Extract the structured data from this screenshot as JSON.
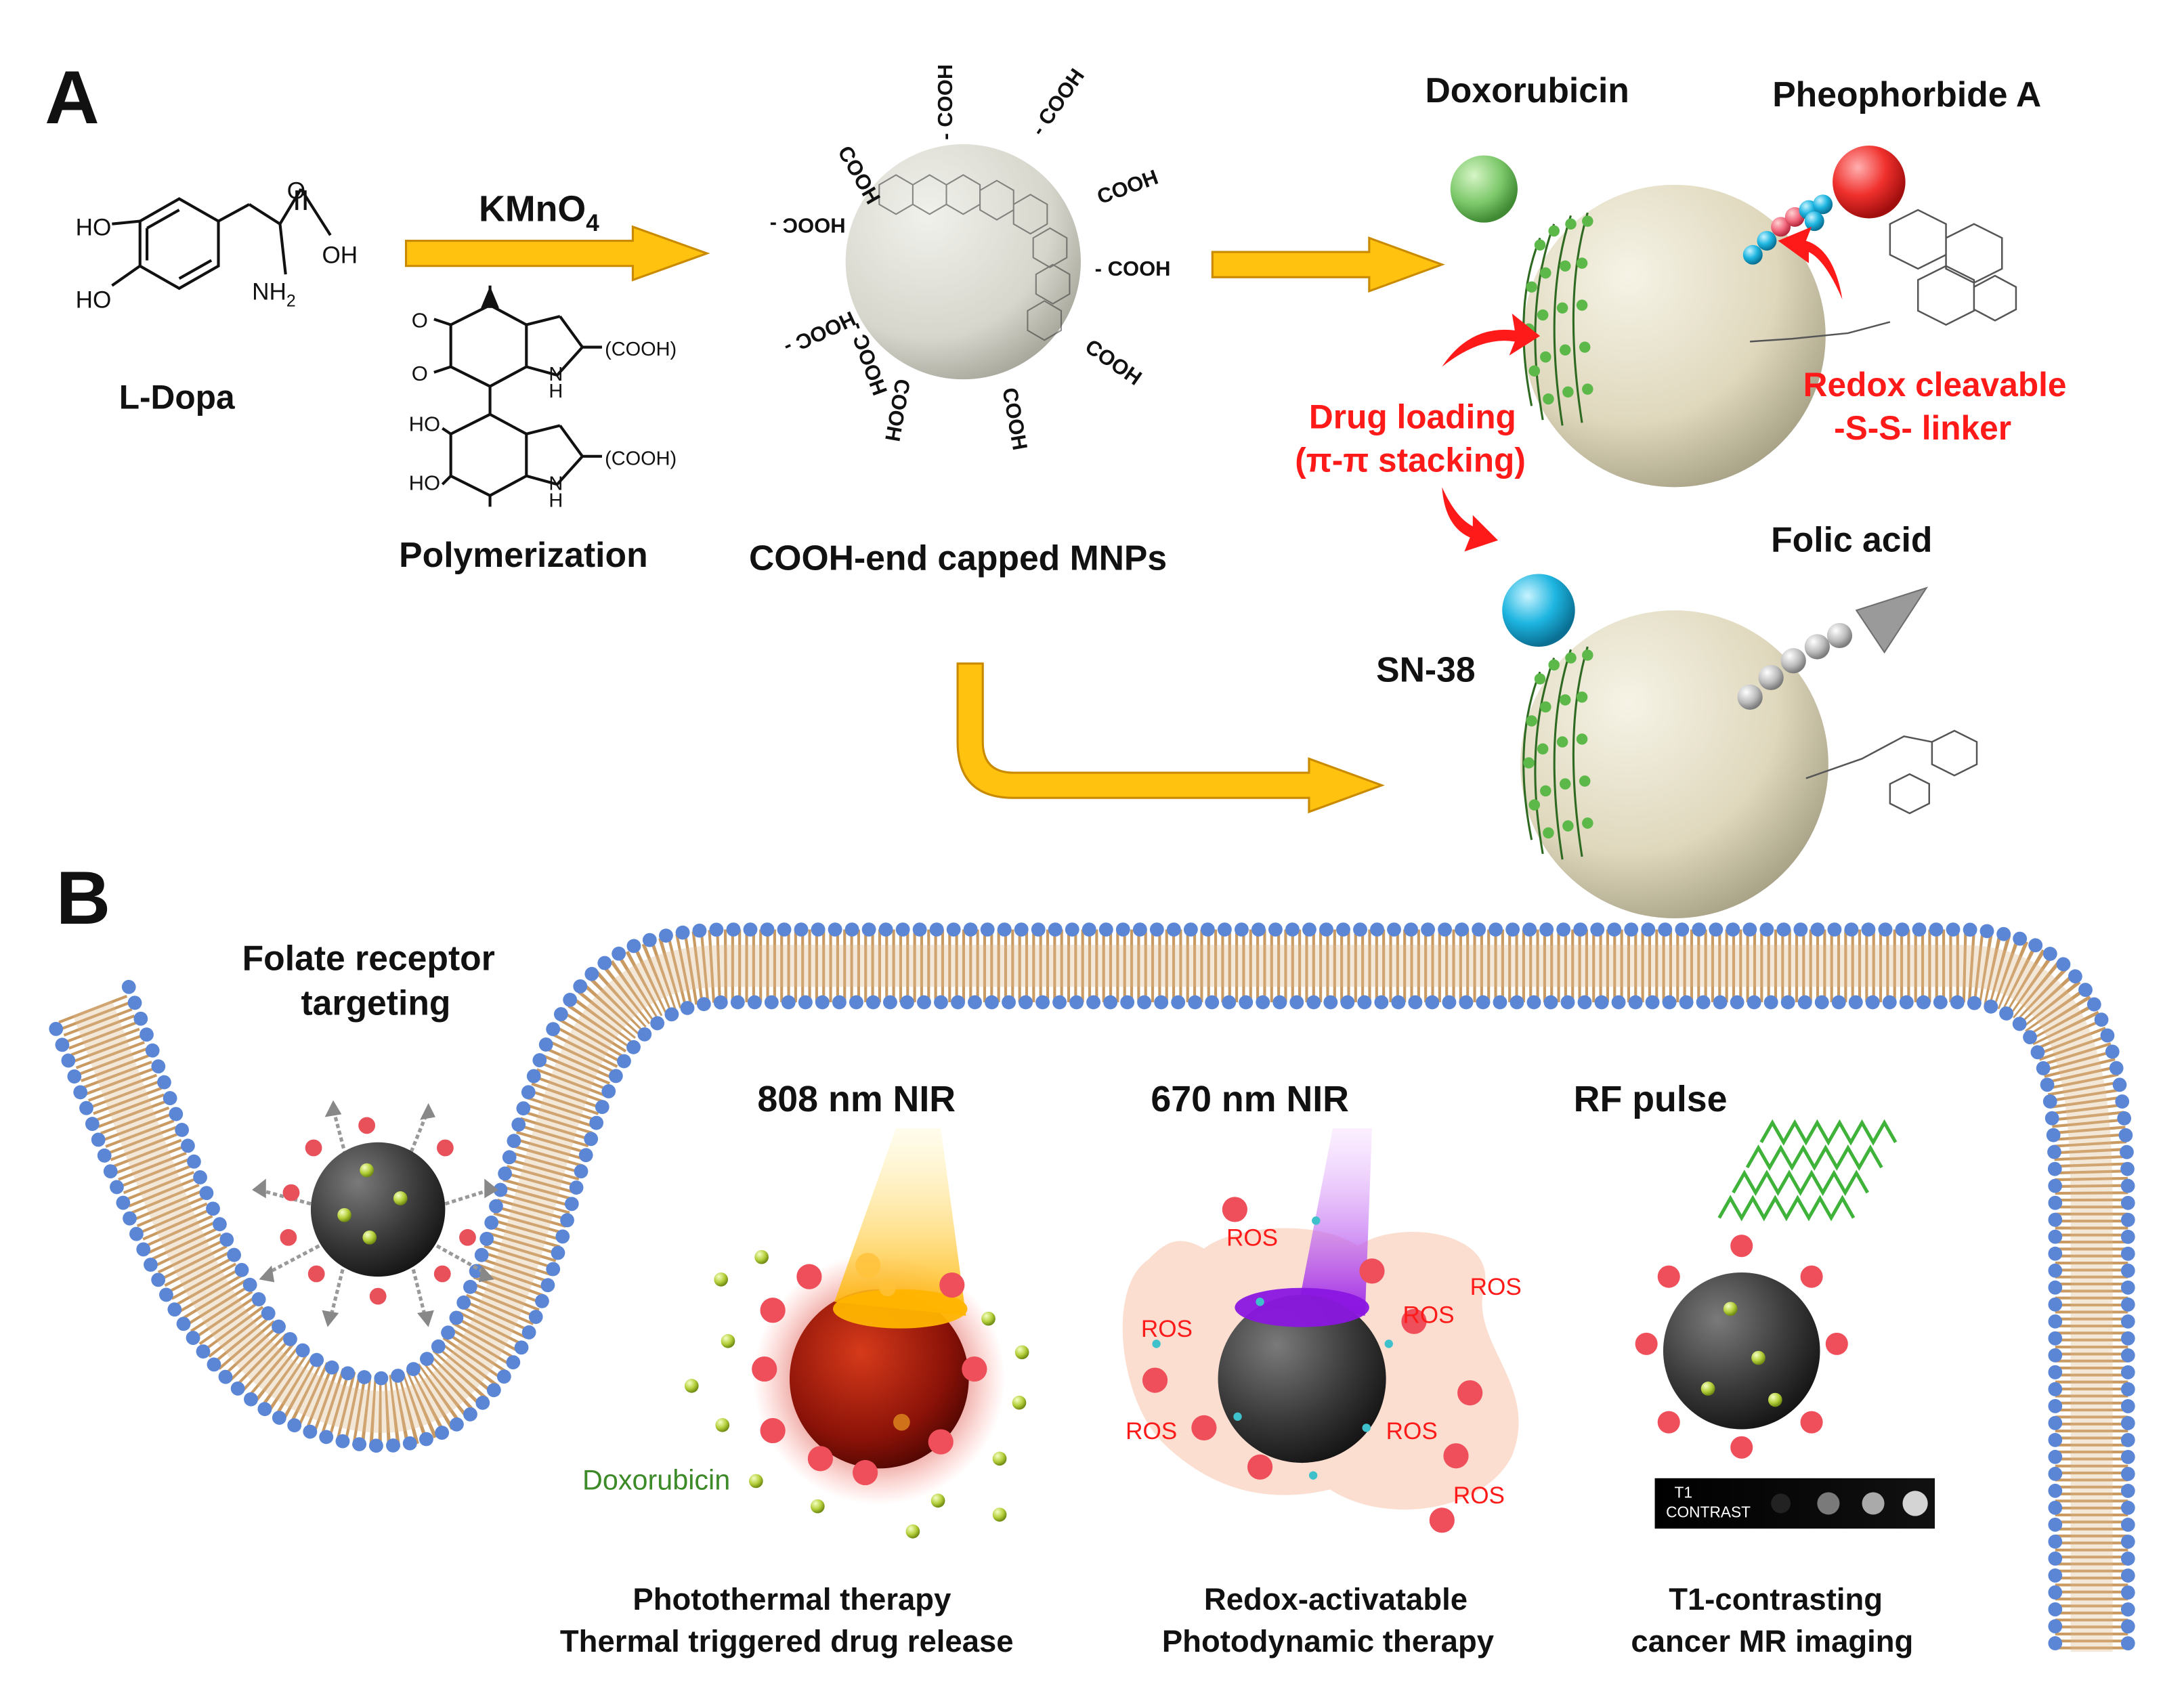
{
  "panel_a": {
    "letter": "A",
    "ldopa": {
      "name": "L-Dopa",
      "ho1": "HO",
      "ho2": "HO",
      "oh": "OH",
      "o": "O",
      "nh2": "NH",
      "nh2_sub": "2"
    },
    "oxidant": {
      "label": "KMnO",
      "sub": "4"
    },
    "polymer": {
      "caption": "Polymerization",
      "o1": "O",
      "o2": "O",
      "ho1": "HO",
      "ho2": "HO",
      "nh1": "N",
      "h1": "H",
      "nh2": "N",
      "h2": "H",
      "cooh1": "(COOH)",
      "cooh2": "(COOH)"
    },
    "mnp": {
      "caption": "COOH-end capped MNPs",
      "groups": [
        "COOH",
        "- COOH",
        "- COOH",
        "COOH",
        "- COOH",
        "COOH",
        "HOOC -",
        "HOOC -",
        "HOOC -",
        "COOH",
        "COOH"
      ]
    },
    "doxorubicin": "Doxorubicin",
    "pheophorbide": "Pheophorbide A",
    "drug_loading_1": "Drug loading",
    "drug_loading_2": "(π-π stacking)",
    "redox_1": "Redox cleavable",
    "redox_2": "-S-S- linker",
    "sn38": "SN-38",
    "folic_acid": "Folic acid"
  },
  "panel_b": {
    "letter": "B",
    "targeting_1": "Folate receptor",
    "targeting_2": "targeting",
    "nir808": "808 nm NIR",
    "nir670": "670 nm NIR",
    "rf": "RF pulse",
    "doxorubicin": "Doxorubicin",
    "ros": [
      "ROS",
      "ROS",
      "ROS",
      "ROS",
      "ROS",
      "ROS"
    ],
    "t1_1": "T1",
    "t1_2": "CONTRAST",
    "cap1_1": "Photothermal therapy",
    "cap1_2": "Thermal triggered drug release",
    "cap2_1": "Redox-activatable",
    "cap2_2": "Photodynamic  therapy",
    "cap3_1": "T1-contrasting",
    "cap3_2": "cancer MR imaging"
  },
  "colors": {
    "arrow": "#ffc20e",
    "arrow_edge": "#c98a00",
    "red_text": "#ff1a1a",
    "membrane_head": "#5b86d6",
    "membrane_tail": "#c99a62",
    "np_shell": "#e6dfc4",
    "np_dark": "#3a3a3a",
    "green_drug": "#7cc86a",
    "cyan_drug": "#1db5e0"
  }
}
